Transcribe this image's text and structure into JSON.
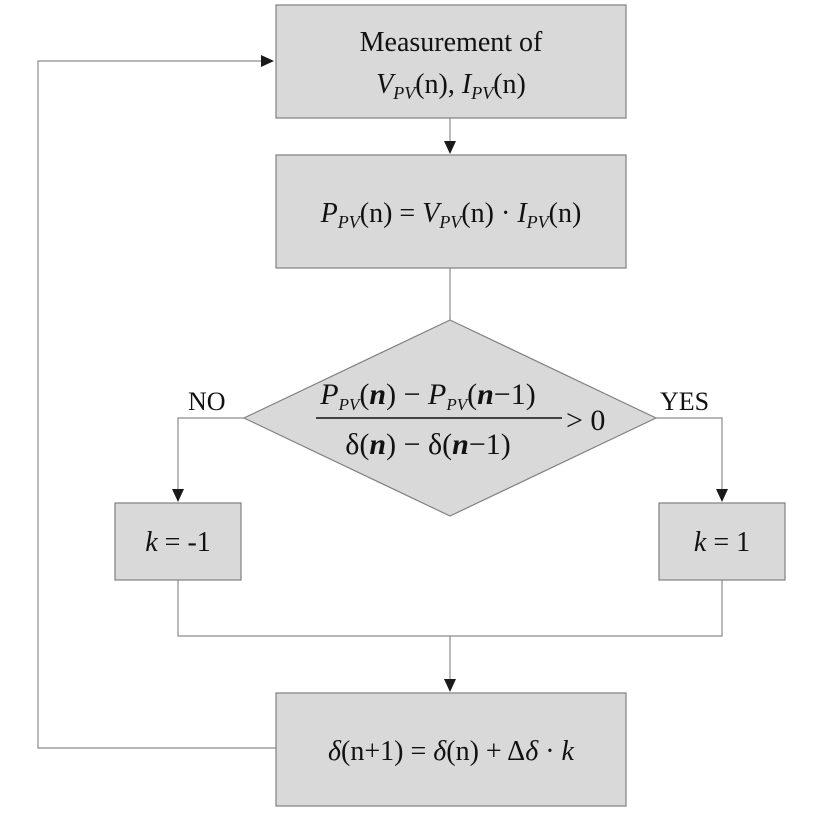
{
  "nodes": {
    "measure": {
      "line1": "Measurement of",
      "v": "V",
      "v_sub": "PV",
      "v_arg": "(n), ",
      "i": "I",
      "i_sub": "PV",
      "i_arg": "(n)"
    },
    "power": {
      "p": "P",
      "p_sub": "PV",
      "p_arg": "(n) = ",
      "v": "V",
      "v_sub": "PV",
      "v_arg": "(n) · ",
      "i": "I",
      "i_sub": "PV",
      "i_arg": "(n)"
    },
    "decision": {
      "num_p1": "P",
      "num_sub1": "PV",
      "num_a1": "(",
      "num_n1": "n",
      "num_b1": ")",
      "num_minus": " − ",
      "num_p2": "P",
      "num_sub2": "PV",
      "num_a2": "(",
      "num_n2": "n",
      "num_b2": "−1)",
      "den_d1": "δ(",
      "den_n1": "n",
      "den_b1": ")",
      "den_minus": " − ",
      "den_d2": "δ(",
      "den_n2": "n",
      "den_b2": "−1)",
      "rhs": "> 0"
    },
    "k_neg": {
      "k": "k",
      "rest": " = -1"
    },
    "k_pos": {
      "k": "k",
      "rest": " = 1"
    },
    "update": {
      "d1": "δ",
      "a1": "(n+1) = ",
      "d2": "δ",
      "a2": "(n) + Δ",
      "d3": "δ",
      "a3": " · ",
      "k": "k"
    }
  },
  "edge_labels": {
    "no": "NO",
    "yes": "YES"
  }
}
